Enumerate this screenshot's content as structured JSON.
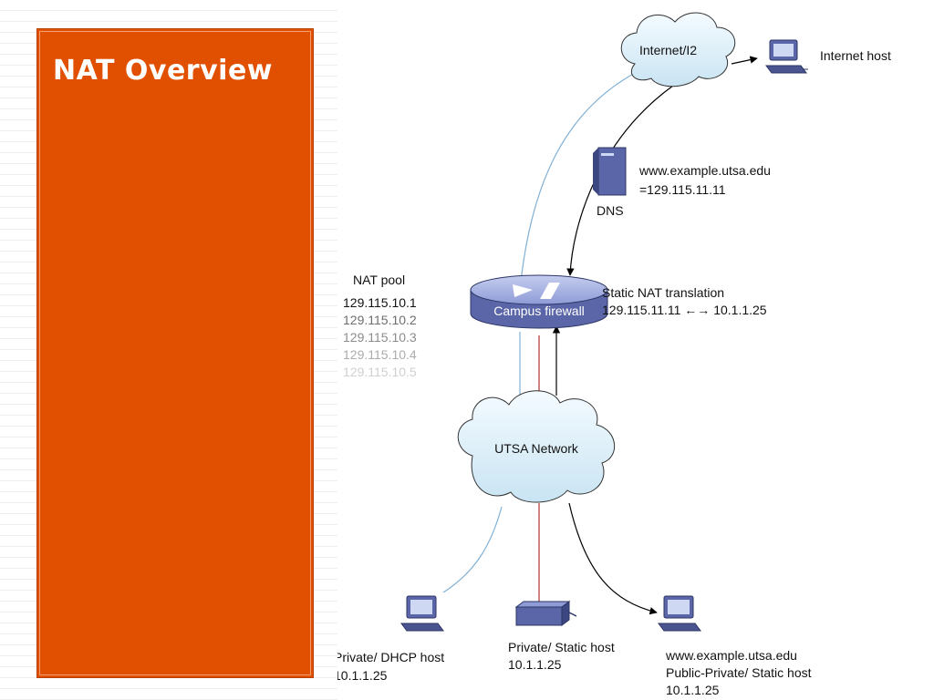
{
  "slide": {
    "title": "NAT Overview",
    "colors": {
      "accent": "#e15000",
      "cloud_fill": "#dbeef8",
      "device_blue": "#5a66a8"
    }
  },
  "diagram": {
    "internet_cloud": "Internet/I2",
    "internet_host": "Internet host",
    "dns": {
      "label": "DNS",
      "record_line1": "www.example.utsa.edu",
      "record_line2": "=129.115.11.11"
    },
    "nat_pool": {
      "label": "NAT pool",
      "addresses": [
        "129.115.10.1",
        "129.115.10.2",
        "129.115.10.3",
        "129.115.10.4",
        "129.115.10.5"
      ]
    },
    "firewall": "Campus firewall",
    "static_nat": {
      "label": "Static NAT translation",
      "mapping": "129.115.11.11 ←→  10.1.1.25"
    },
    "network_cloud": "UTSA Network",
    "hosts": {
      "dhcp": {
        "line1": "Private/ DHCP host",
        "line2": "10.1.1.25"
      },
      "static": {
        "line1": "Private/ Static host",
        "line2": "10.1.1.25"
      },
      "public": {
        "line1": "www.example.utsa.edu",
        "line2": "Public-Private/ Static host",
        "line3": "10.1.1.25"
      }
    },
    "icons": [
      "cloud",
      "desktop-computer",
      "server-tower",
      "router-firewall",
      "network-switch"
    ]
  }
}
